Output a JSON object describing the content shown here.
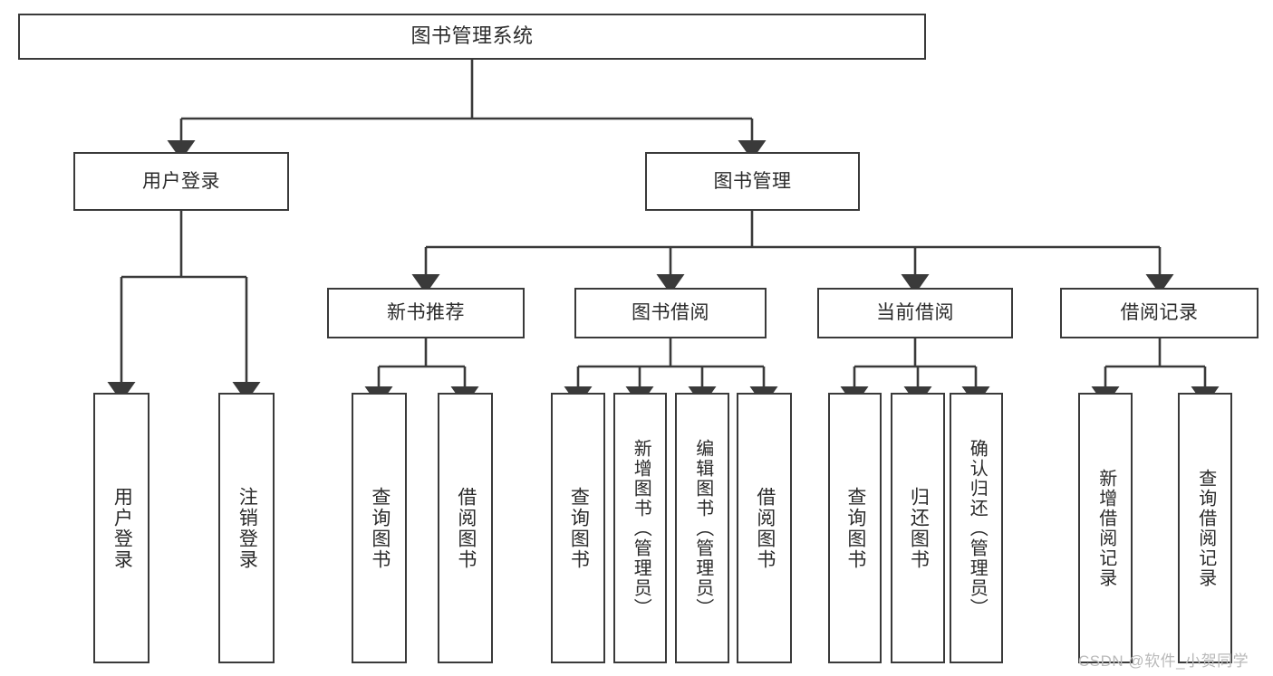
{
  "diagram": {
    "title": "图书管理系统",
    "type": "tree-hierarchy-diagram",
    "colors": {
      "stroke": "#3a3a3a",
      "fill": "#ffffff",
      "text": "#2b2b2b",
      "watermark": "#b9b9b9"
    },
    "nodes": {
      "root": {
        "label": "图书管理系统"
      },
      "level2": [
        {
          "label": "用户登录"
        },
        {
          "label": "图书管理"
        }
      ],
      "level3": [
        {
          "label": "新书推荐"
        },
        {
          "label": "图书借阅"
        },
        {
          "label": "当前借阅"
        },
        {
          "label": "借阅记录"
        }
      ],
      "leaves_user_login": [
        {
          "label": "用户登录"
        },
        {
          "label": "注销登录"
        }
      ],
      "leaves_new_book": [
        {
          "label": "查询图书"
        },
        {
          "label": "借阅图书"
        }
      ],
      "leaves_borrow": [
        {
          "label": "查询图书"
        },
        {
          "label": "新增图书（管理员）"
        },
        {
          "label": "编辑图书（管理员）"
        },
        {
          "label": "借阅图书"
        }
      ],
      "leaves_current": [
        {
          "label": "查询图书"
        },
        {
          "label": "归还图书"
        },
        {
          "label": "确认归还（管理员）"
        }
      ],
      "leaves_records": [
        {
          "label": "新增借阅记录"
        },
        {
          "label": "查询借阅记录"
        }
      ]
    },
    "watermark": "CSDN @软件_小贺同学"
  }
}
